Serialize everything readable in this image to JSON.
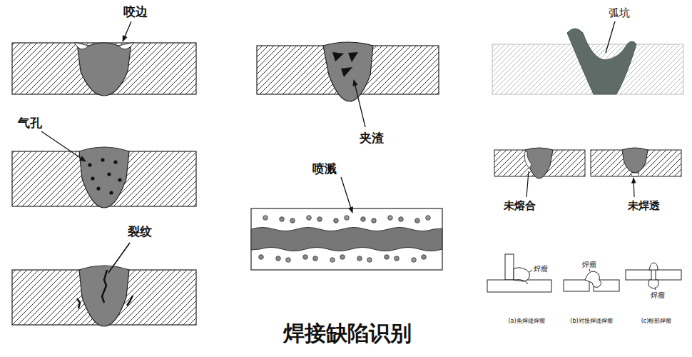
{
  "diagram": {
    "title": "焊接缺陷识别",
    "labels": [
      "咬边",
      "气孔",
      "裂纹",
      "夹渣",
      "喷溅",
      "弧坑",
      "未熔合",
      "未焊透",
      "焊瘤",
      "焊瘤",
      "焊瘤",
      "(a)角焊缝焊瘤",
      "(b)对接焊缝焊瘤",
      "(c)根部焊瘤"
    ]
  }
}
